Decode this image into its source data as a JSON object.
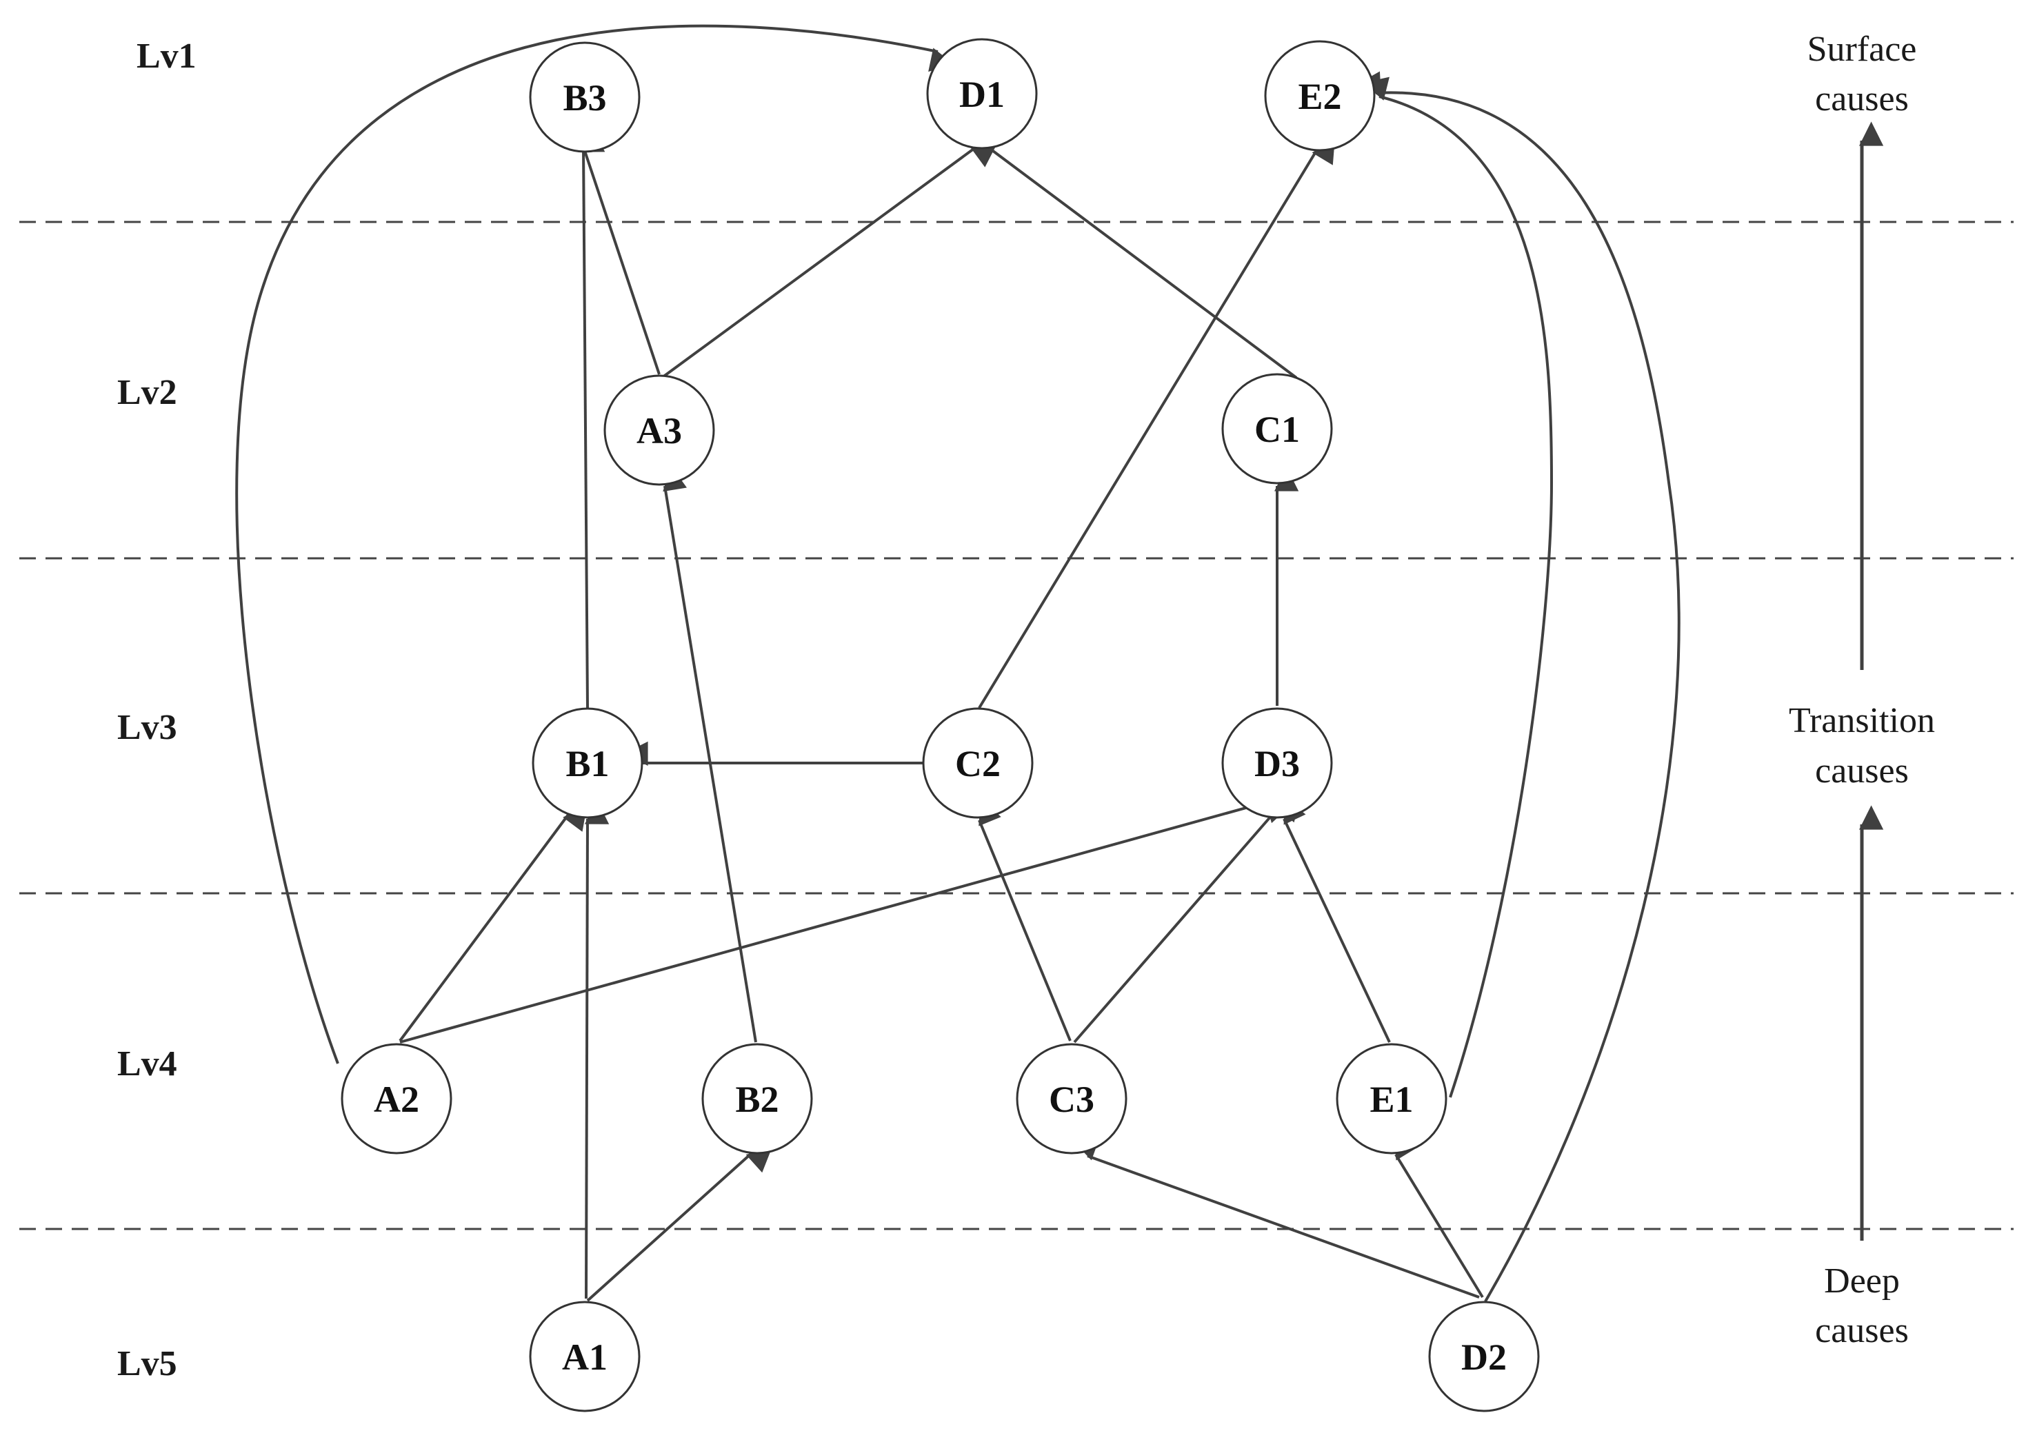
{
  "levels": [
    "Lv1",
    "Lv2",
    "Lv3",
    "Lv4",
    "Lv5"
  ],
  "nodes": {
    "B3": "B3",
    "D1": "D1",
    "E2": "E2",
    "A3": "A3",
    "C1": "C1",
    "B1": "B1",
    "C2": "C2",
    "D3": "D3",
    "A2": "A2",
    "B2": "B2",
    "C3": "C3",
    "E1": "E1",
    "A1": "A1",
    "D2": "D2"
  },
  "edges": [
    [
      "A2",
      "D1"
    ],
    [
      "A3",
      "B3"
    ],
    [
      "A3",
      "D1"
    ],
    [
      "C1",
      "D1"
    ],
    [
      "C2",
      "E2"
    ],
    [
      "E1",
      "E2"
    ],
    [
      "D2",
      "E2"
    ],
    [
      "B1",
      "B3"
    ],
    [
      "B2",
      "A3"
    ],
    [
      "D3",
      "C1"
    ],
    [
      "C2",
      "B1"
    ],
    [
      "A2",
      "B1"
    ],
    [
      "A1",
      "B1"
    ],
    [
      "A2",
      "D3"
    ],
    [
      "C3",
      "C2"
    ],
    [
      "C3",
      "D3"
    ],
    [
      "E1",
      "D3"
    ],
    [
      "A1",
      "B2"
    ],
    [
      "D2",
      "C3"
    ],
    [
      "D2",
      "E1"
    ]
  ],
  "causes": {
    "surface": [
      "Surface",
      "causes"
    ],
    "transition": [
      "Transition",
      "causes"
    ],
    "deep": [
      "Deep",
      "causes"
    ]
  },
  "colors": {
    "line": "#404040",
    "text": "#111111"
  }
}
